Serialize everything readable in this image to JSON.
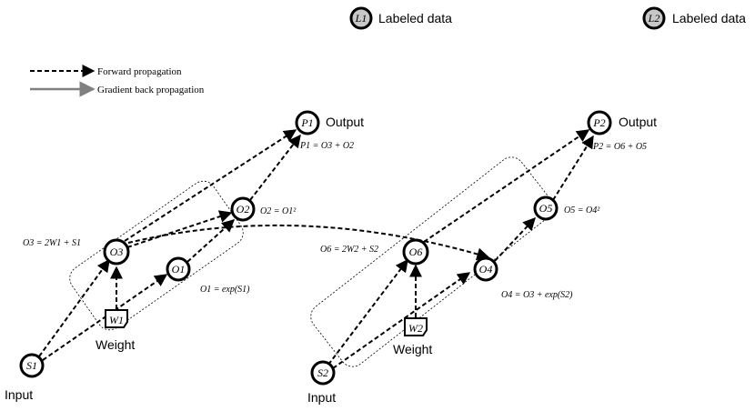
{
  "legend": {
    "l1_node": "L1",
    "l1_label": "Labeled data",
    "l2_node": "L2",
    "l2_label": "Labeled data",
    "forward": "Forward propagation",
    "backward": "Gradient back propagation"
  },
  "graph1": {
    "input_node": "S1",
    "input_label": "Input",
    "weight_node": "W1",
    "weight_label": "Weight",
    "o1": "O1",
    "o2": "O2",
    "o3": "O3",
    "output_node": "P1",
    "output_label": "Output",
    "eq_p": "P1 = O3 + O2",
    "eq_o2": "O2 = O1²",
    "eq_o3": "O3 = 2W1 + S1",
    "eq_o1": "O1 = exp(S1)"
  },
  "graph2": {
    "input_node": "S2",
    "input_label": "Input",
    "weight_node": "W2",
    "weight_label": "Weight",
    "o4": "O4",
    "o5": "O5",
    "o6": "O6",
    "output_node": "P2",
    "output_label": "Output",
    "eq_p": "P2 = O6 + O5",
    "eq_o5": "O5 = O4²",
    "eq_o6": "O6 = 2W2 + S2",
    "eq_o4": "O4 = O3 + exp(S2)"
  },
  "colors": {
    "forward": "#000000",
    "backward": "#808080",
    "labeled_fill": "#c8c8c8"
  }
}
